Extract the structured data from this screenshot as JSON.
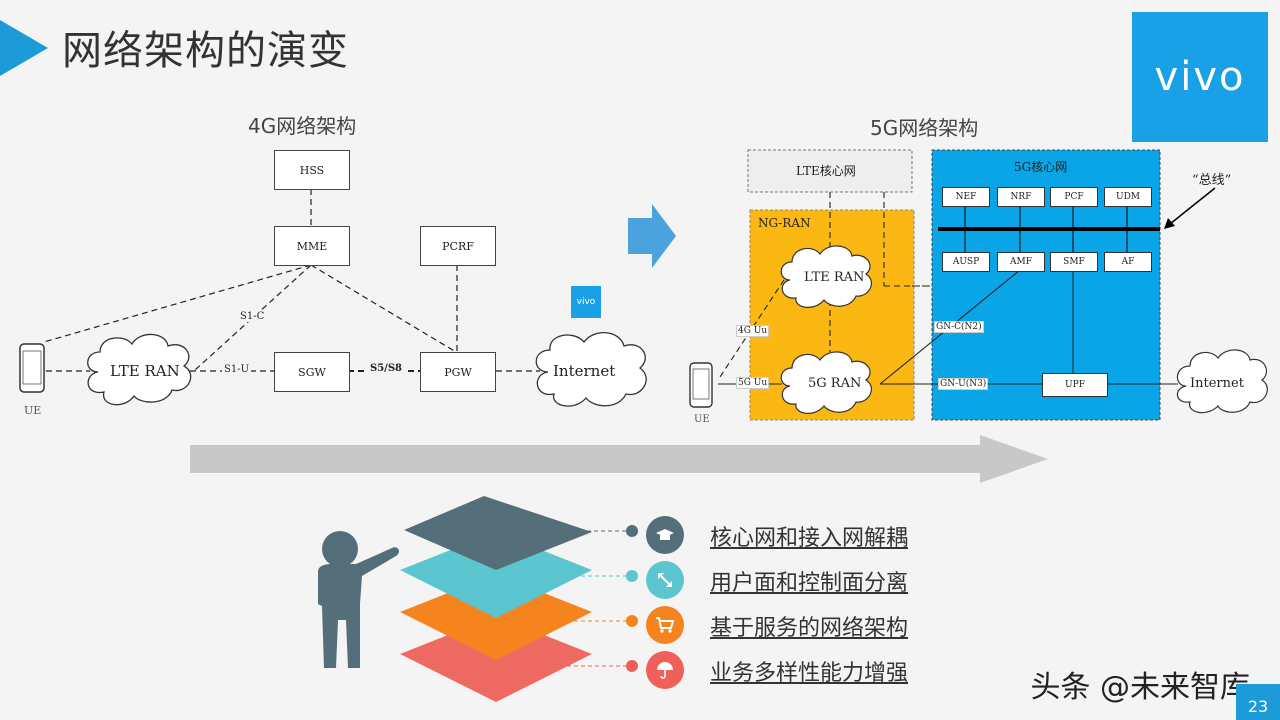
{
  "header": {
    "title": "网络架构的演变",
    "logo": "vivo"
  },
  "arch4g": {
    "title": "4G网络架构",
    "nodes": {
      "hss": "HSS",
      "mme": "MME",
      "pcrf": "PCRF",
      "sgw": "SGW",
      "pgw": "PGW"
    },
    "ran": "LTE RAN",
    "internet": "Internet",
    "ue": "UE",
    "labels": {
      "s1c": "S1-C",
      "s1u": "S1-U",
      "s5s8": "S5/S8"
    },
    "small_logo": "vivo"
  },
  "arch5g": {
    "title": "5G网络架构",
    "lte_core": "LTE核心网",
    "ngran": "NG-RAN",
    "core5g": "5G核心网",
    "bus": "“总线”",
    "nfs_top": [
      "NEF",
      "NRF",
      "PCF",
      "UDM"
    ],
    "nfs_bottom": [
      "AUSP",
      "AMF",
      "SMF",
      "AF"
    ],
    "lte_ran": "LTE RAN",
    "nr_ran": "5G RAN",
    "upf": "UPF",
    "internet": "Internet",
    "ue": "UE",
    "labels": {
      "uu4g": "4G Uu",
      "uu5g": "5G Uu",
      "n2": "GN-C(N2)",
      "n3": "GN-U(N3)"
    }
  },
  "features": [
    {
      "text": "核心网和接入网解耦",
      "color": "#546e7a",
      "icon": "graduation-cap-icon"
    },
    {
      "text": "用户面和控制面分离",
      "color": "#5bc5d0",
      "icon": "expand-arrows-icon"
    },
    {
      "text": "基于服务的网络架构",
      "color": "#f5841f",
      "icon": "cart-icon"
    },
    {
      "text": "业务多样性能力增强",
      "color": "#f05f5a",
      "icon": "umbrella-icon"
    }
  ],
  "watermark": "头条 @未来智库",
  "page_number": "23",
  "colors": {
    "accent": "#1d9bd8",
    "ngran": "#fbb812",
    "core5g": "#0aa5e6"
  }
}
